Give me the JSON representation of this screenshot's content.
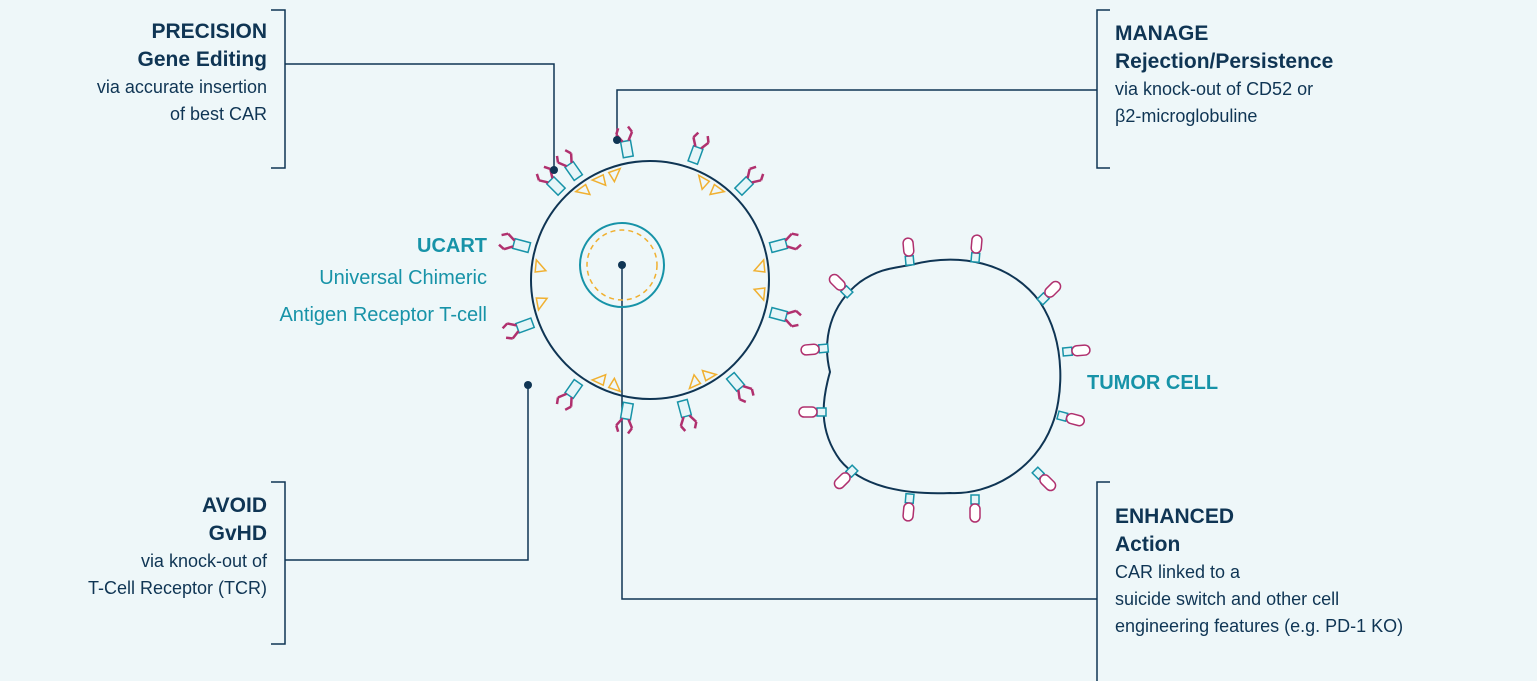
{
  "precision": {
    "title": "PRECISION",
    "subtitle": "Gene Editing",
    "desc_1": "via accurate insertion",
    "desc_2": "of best CAR"
  },
  "manage": {
    "title": "MANAGE",
    "subtitle": "Rejection/Persistence",
    "desc_1": "via knock-out of CD52 or",
    "desc_2": "β2-microglobuline"
  },
  "ucart": {
    "title": "UCART",
    "line_1": "Universal Chimeric",
    "line_2": "Antigen Receptor T-cell"
  },
  "tumor": {
    "title": "TUMOR CELL"
  },
  "avoid": {
    "title": "AVOID",
    "subtitle": "GvHD",
    "desc_1": "via knock-out of",
    "desc_2": "T-Cell Receptor (TCR)"
  },
  "enhanced": {
    "title": "ENHANCED",
    "subtitle": "Action",
    "desc_1": "CAR linked to a",
    "desc_2": "suicide switch and other cell",
    "desc_3": "engineering features (e.g. PD-1 KO)"
  },
  "colors": {
    "background": "#eef7f9",
    "navy": "#0f3554",
    "teal": "#1793a8",
    "magenta": "#b0306e",
    "orange": "#f0b030"
  }
}
